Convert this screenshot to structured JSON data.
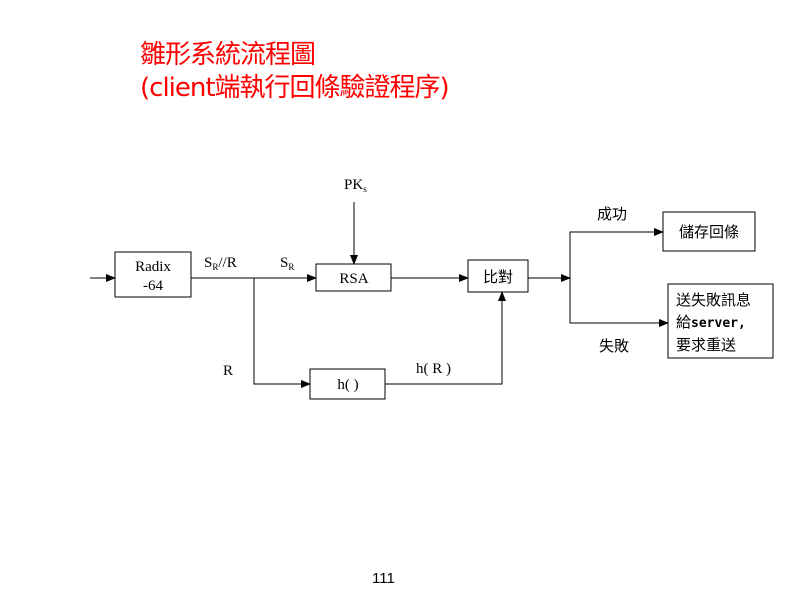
{
  "title": {
    "line1": "雛形系統流程圖",
    "line2": "(client端執行回條驗證程序)"
  },
  "diagram": {
    "radix_line1": "Radix",
    "radix_line2": "-64",
    "rsa": "RSA",
    "hash": "h( )",
    "compare": "比對",
    "store": "儲存回條",
    "fail_box_line1": "送失敗訊息",
    "fail_box_line2_cjk": "給",
    "fail_box_line2_mono": "server,",
    "fail_box_line3": "要求重送",
    "pk_main": "PK",
    "pk_sub": "s",
    "sr_r_main": "S",
    "sr_r_sub": "R",
    "sr_r_tail": "//R",
    "sr_main": "S",
    "sr_sub": "R",
    "r_label": "R",
    "hr_label": "h( R )",
    "success": "成功",
    "failure": "失敗"
  },
  "page_number": "111"
}
